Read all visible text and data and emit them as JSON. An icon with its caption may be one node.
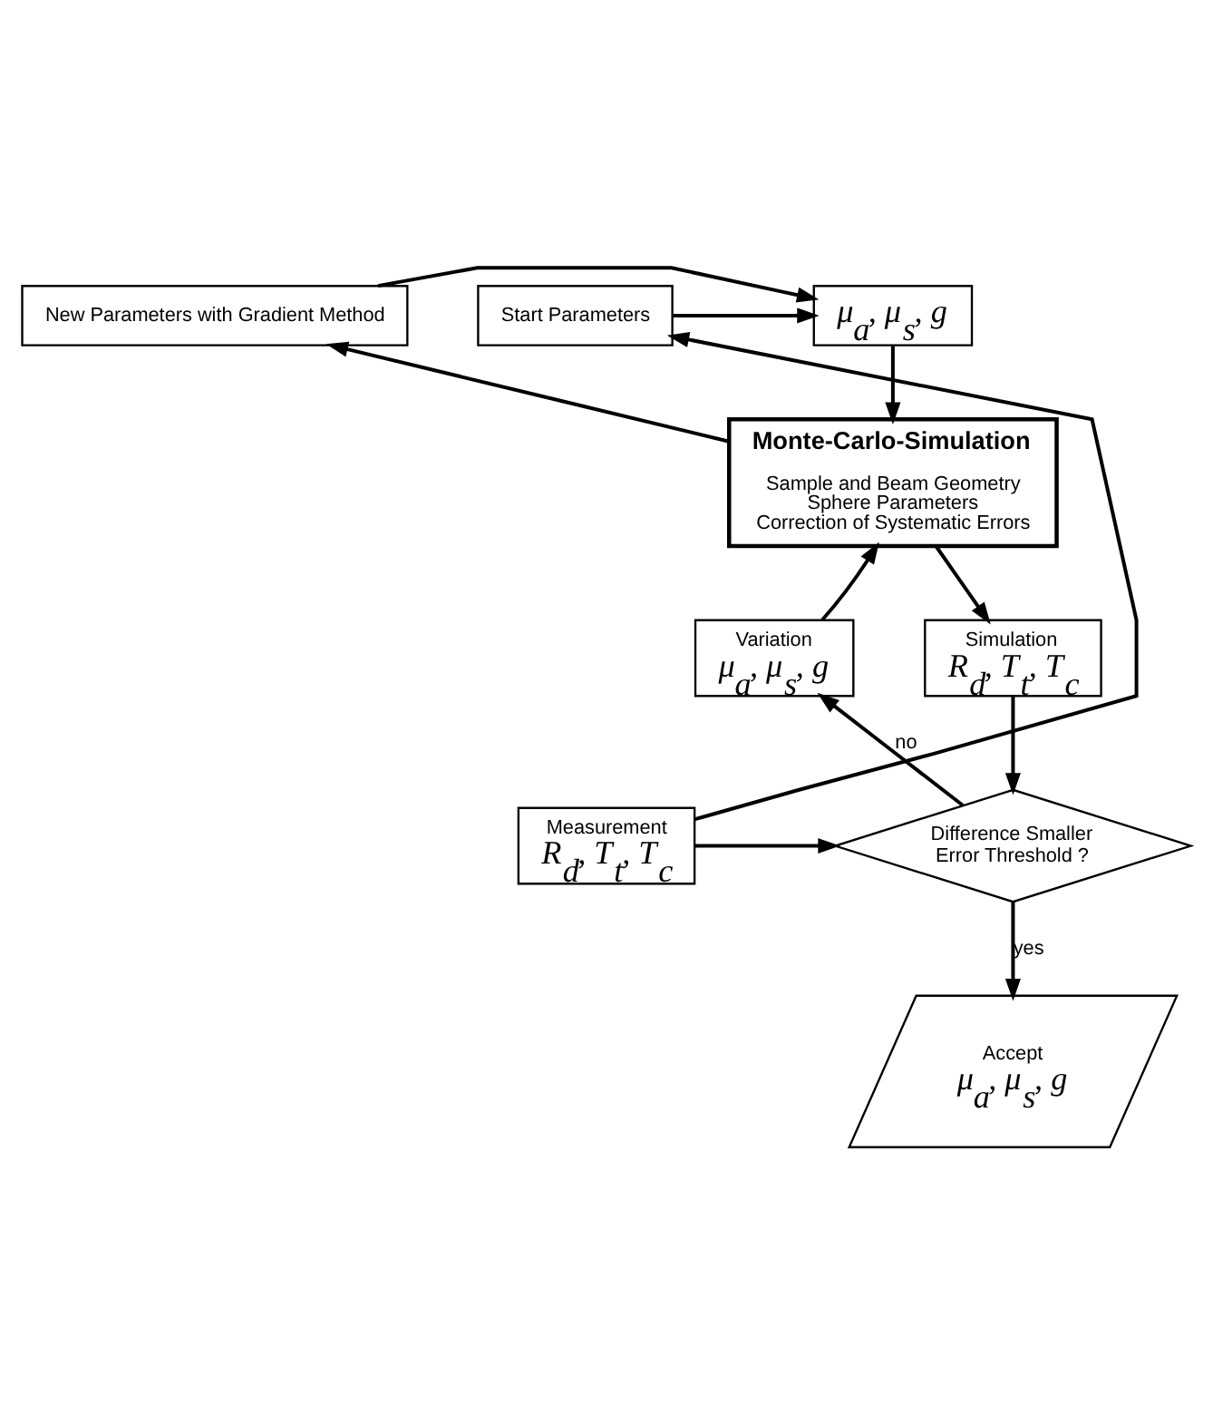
{
  "diagram": {
    "nodes": [
      {
        "text": [
          "New Parameters with Gradient Method"
        ]
      },
      {
        "text": [
          "μ$_{a}$, μ$_{s}$, g"
        ]
      },
      {
        "text": [
          "Start Parameters"
        ]
      },
      {
        "text": [
          "Monte-Carlo-Simulation",
          "Sample and Beam Geometry",
          "Sphere Parameters",
          "Correction of Systematic Errors"
        ]
      },
      {
        "text": [
          "Variation",
          "μ$_{a}$, μ$_{s}$, g"
        ]
      },
      {
        "text": [
          "Simulation",
          "R$_{d}$, T$_{t}$, T$_{c}$"
        ]
      },
      {
        "text": [
          "Difference Smaller Error Threshold ?"
        ]
      },
      {
        "text": [
          "Measurement",
          "R$_{d}$, T$_{t}$, T$_{c}$"
        ]
      },
      {
        "text": [
          "Accept",
          "μ$_{a}$, μ$_{s}$, g"
        ]
      }
    ],
    "edges": [
      {
        "from": 0,
        "to": 1,
        "arrow": "to"
      },
      {
        "from": 2,
        "to": 1,
        "arrow": "to"
      },
      {
        "from": 1,
        "to": 3,
        "arrow": "to"
      },
      {
        "from": 3,
        "to": 0,
        "arrow": "to"
      },
      {
        "from": 3,
        "to": 5,
        "arrow": "to"
      },
      {
        "from": 4,
        "to": 3,
        "arrow": "to"
      },
      {
        "from": 5,
        "to": 6,
        "arrow": "to"
      },
      {
        "from": 7,
        "to": 6,
        "arrow": "to"
      },
      {
        "from": 7,
        "to": 2,
        "arrow": "to"
      },
      {
        "from": 6,
        "to": 4,
        "arrow": "to",
        "label": "no"
      },
      {
        "from": 6,
        "to": 8,
        "arrow": "to",
        "label": "yes"
      }
    ]
  }
}
